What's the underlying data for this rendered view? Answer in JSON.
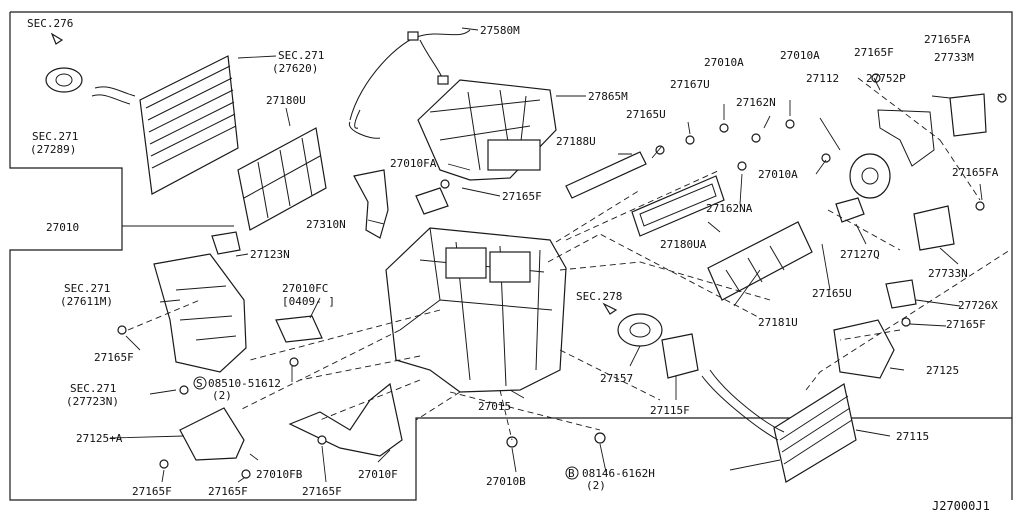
{
  "diagram": {
    "code": "J27000J1",
    "parts": {
      "sec276": "SEC.276",
      "sec271_27289": "SEC.271",
      "sec271_27289_sub": "(27289)",
      "sec271_27620": "SEC.271",
      "sec271_27620_sub": "(27620)",
      "p27180U": "27180U",
      "p27580M": "27580M",
      "p27865M": "27865M",
      "p27010A_1": "27010A",
      "p27010A_2": "27010A",
      "p27165F_top": "27165F",
      "p27165FA_top": "27165FA",
      "p27733M": "27733M",
      "p27167U": "27167U",
      "p27165U_top": "27165U",
      "p27162N": "27162N",
      "p27112": "27112",
      "p27752P": "27752P",
      "p27010": "27010",
      "p27010FA": "27010FA",
      "p27188U": "27188U",
      "p27165F_mid": "27165F",
      "p27010A_3": "27010A",
      "p27165FA_right": "27165FA",
      "p27310N": "27310N",
      "p27162NA": "27162NA",
      "p27123N": "27123N",
      "p27180UA": "27180UA",
      "p27127Q": "27127Q",
      "p27733N": "27733N",
      "sec271_27611M": "SEC.271",
      "sec271_27611M_sub": "(27611M)",
      "p27010FC": "27010FC",
      "p27010FC_sub": "[0409-   ]",
      "p27165U_mid": "27165U",
      "p27726X": "27726X",
      "sec278": "SEC.278",
      "p27181U": "27181U",
      "p27165F_right": "27165F",
      "p27165F_left": "27165F",
      "bolt_s": "S",
      "bolt_s_code": "08510-51612",
      "bolt_s_qty": "(2)",
      "p27157": "27157",
      "p27125": "27125",
      "sec271_27723N": "SEC.271",
      "sec271_27723N_sub": "(27723N)",
      "p27015": "27015",
      "p27115F": "27115F",
      "p27125A": "27125+A",
      "p27115": "27115",
      "p27010FB": "27010FB",
      "p27010F": "27010F",
      "p27010B": "27010B",
      "bolt_b": "B",
      "bolt_b_code": "08146-6162H",
      "bolt_b_qty": "(2)",
      "p27165F_bl1": "27165F",
      "p27165F_bl2": "27165F",
      "p27165F_bl3": "27165F"
    }
  }
}
